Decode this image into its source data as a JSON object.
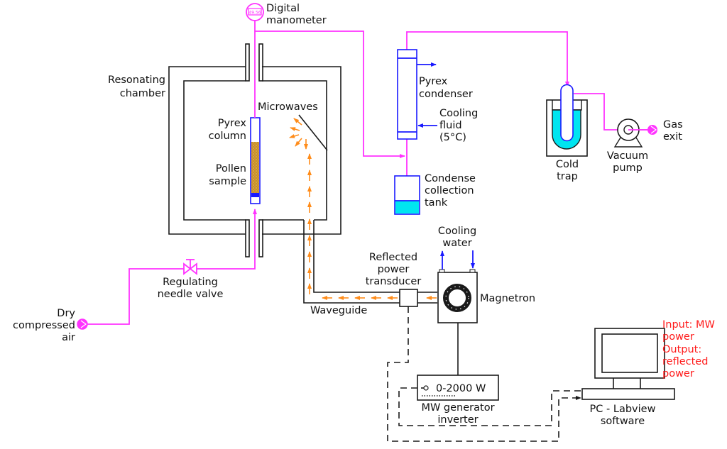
{
  "colors": {
    "line": "#1a1a1a",
    "gas_line": "#ff33ff",
    "glass": "#1a1aff",
    "liquid": "#00e5f0",
    "microwave": "#ff8c1a",
    "pollen": "#c8902a",
    "annotation": "#ff1a1a"
  },
  "labels": {
    "digital_manometer": [
      "Digital",
      "manometer"
    ],
    "manometer_display": "49.56",
    "resonating_chamber": [
      "Resonating",
      "chamber"
    ],
    "microwaves": "Microwaves",
    "pyrex_column": [
      "Pyrex",
      "column"
    ],
    "pollen_sample": [
      "Pollen",
      "sample"
    ],
    "pyrex_condenser": [
      "Pyrex",
      "condenser"
    ],
    "cooling_fluid": [
      "Cooling",
      "fluid",
      "(5°C)"
    ],
    "condense_tank": [
      "Condense",
      "collection",
      "tank"
    ],
    "cold_trap": [
      "Cold",
      "trap"
    ],
    "vacuum_pump": [
      "Vacuum",
      "pump"
    ],
    "gas_exit": [
      "Gas",
      "exit"
    ],
    "cooling_water": [
      "Cooling",
      "water"
    ],
    "reflected_power_transducer": [
      "Reflected",
      "power",
      "transducer"
    ],
    "magnetron": "Magnetron",
    "waveguide": "Waveguide",
    "regulating_valve": [
      "Regulating",
      "needle valve"
    ],
    "dry_air": [
      "Dry",
      "compressed",
      "air"
    ],
    "generator_display": "0-2000 W",
    "generator": [
      "MW generator",
      "inverter"
    ],
    "pc": [
      "PC - Labview",
      "software"
    ],
    "io_note": [
      "Input: MW",
      "power",
      "Output:",
      "reflected",
      "power"
    ]
  }
}
